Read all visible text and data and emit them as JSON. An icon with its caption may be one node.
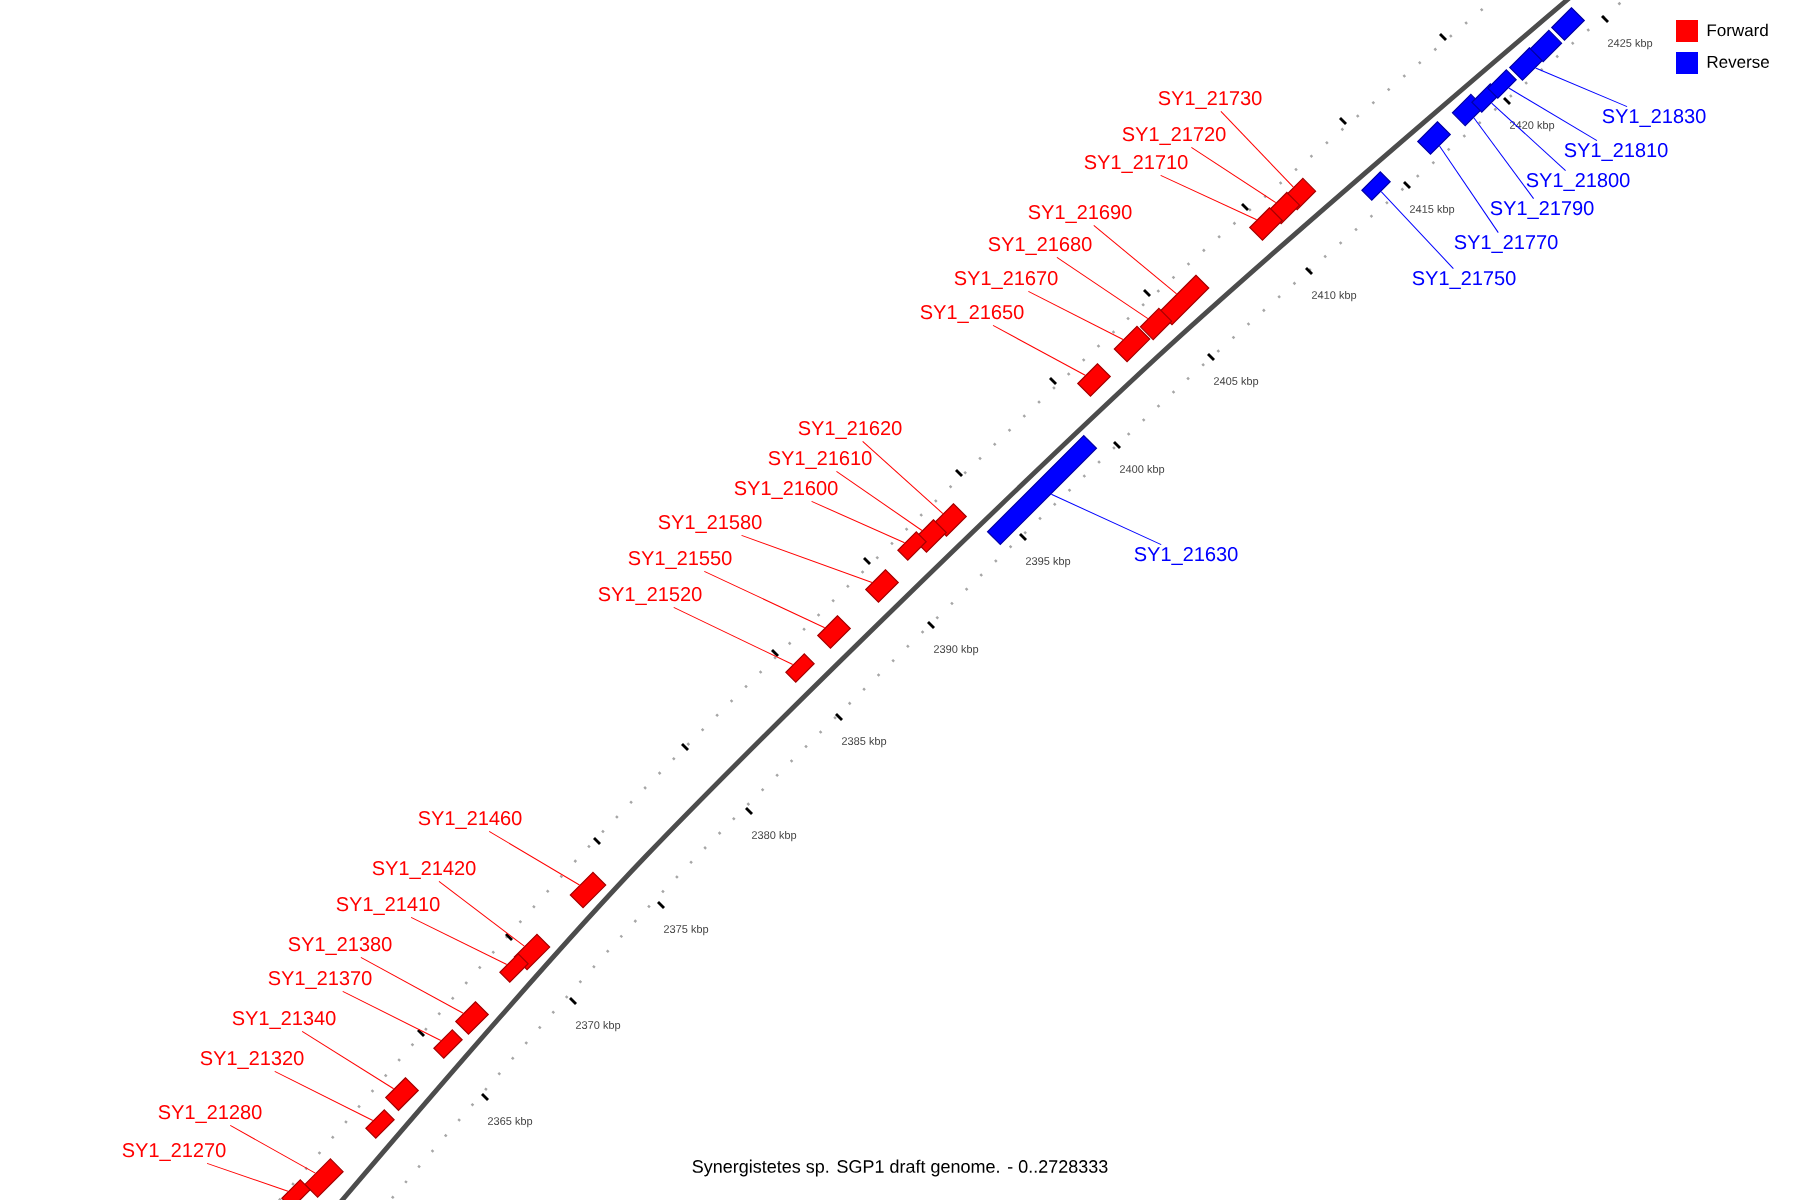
{
  "diagram": {
    "caption": "Synergistetes sp. SGP1 draft genome. - 0..2728333",
    "nodes": [
      {
        "text": [
          "SY1_21730"
        ]
      },
      {
        "text": [],
        "shape": "box"
      },
      {
        "text": [
          "SY1_21720"
        ]
      },
      {
        "text": [],
        "shape": "box"
      },
      {
        "text": [
          "SY1_21710"
        ]
      },
      {
        "text": [],
        "shape": "box"
      },
      {
        "text": [
          "SY1_21690"
        ]
      },
      {
        "text": [],
        "shape": "box"
      },
      {
        "text": [
          "SY1_21680"
        ]
      },
      {
        "text": [],
        "shape": "box"
      },
      {
        "text": [
          "SY1_21670"
        ]
      },
      {
        "text": [],
        "shape": "box"
      },
      {
        "text": [
          "SY1_21650"
        ]
      },
      {
        "text": [],
        "shape": "box"
      },
      {
        "text": [
          "SY1_21620"
        ]
      },
      {
        "text": [],
        "shape": "box"
      },
      {
        "text": [
          "SY1_21610"
        ]
      },
      {
        "text": [],
        "shape": "box"
      },
      {
        "text": [
          "SY1_21600"
        ]
      },
      {
        "text": [],
        "shape": "box"
      },
      {
        "text": [
          "SY1_21580"
        ]
      },
      {
        "text": [],
        "shape": "box"
      },
      {
        "text": [
          "SY1_21550"
        ]
      },
      {
        "text": [],
        "shape": "box"
      },
      {
        "text": [
          "SY1_21520"
        ]
      },
      {
        "text": [],
        "shape": "box"
      },
      {
        "text": [
          "SY1_21460"
        ]
      },
      {
        "text": [],
        "shape": "box"
      },
      {
        "text": [
          "SY1_21420"
        ]
      },
      {
        "text": [],
        "shape": "box"
      },
      {
        "text": [
          "SY1_21410"
        ]
      },
      {
        "text": [],
        "shape": "box"
      },
      {
        "text": [
          "SY1_21380"
        ]
      },
      {
        "text": [],
        "shape": "box"
      },
      {
        "text": [
          "SY1_21370"
        ]
      },
      {
        "text": [],
        "shape": "box"
      },
      {
        "text": [
          "SY1_21340"
        ]
      },
      {
        "text": [],
        "shape": "box"
      },
      {
        "text": [
          "SY1_21320"
        ]
      },
      {
        "text": [],
        "shape": "box"
      },
      {
        "text": [
          "SY1_21280"
        ]
      },
      {
        "text": [],
        "shape": "box"
      },
      {
        "text": [
          "SY1_21270"
        ]
      },
      {
        "text": [],
        "shape": "box"
      },
      {
        "text": [
          "SY1_21630"
        ]
      },
      {
        "text": [],
        "shape": "box"
      },
      {
        "text": [
          "SY1_21750"
        ]
      },
      {
        "text": [],
        "shape": "box"
      },
      {
        "text": [
          "SY1_21770"
        ]
      },
      {
        "text": [],
        "shape": "box"
      },
      {
        "text": [
          "SY1_21790"
        ]
      },
      {
        "text": [],
        "shape": "box"
      },
      {
        "text": [
          "SY1_21800"
        ]
      },
      {
        "text": [],
        "shape": "box"
      },
      {
        "text": [
          "SY1_21810"
        ]
      },
      {
        "text": [],
        "shape": "box"
      },
      {
        "text": [
          "SY1_21830"
        ]
      },
      {
        "text": [],
        "shape": "box"
      },
      {
        "text": [],
        "shape": "box"
      },
      {
        "text": [],
        "shape": "box"
      }
    ],
    "edges": [
      {
        "from": 0,
        "to": 1,
        "arrow": "none"
      },
      {
        "from": 2,
        "to": 3,
        "arrow": "none"
      },
      {
        "from": 4,
        "to": 5,
        "arrow": "none"
      },
      {
        "from": 6,
        "to": 7,
        "arrow": "none"
      },
      {
        "from": 8,
        "to": 9,
        "arrow": "none"
      },
      {
        "from": 10,
        "to": 11,
        "arrow": "none"
      },
      {
        "from": 12,
        "to": 13,
        "arrow": "none"
      },
      {
        "from": 14,
        "to": 15,
        "arrow": "none"
      },
      {
        "from": 16,
        "to": 17,
        "arrow": "none"
      },
      {
        "from": 18,
        "to": 19,
        "arrow": "none"
      },
      {
        "from": 20,
        "to": 21,
        "arrow": "none"
      },
      {
        "from": 22,
        "to": 23,
        "arrow": "none"
      },
      {
        "from": 24,
        "to": 25,
        "arrow": "none"
      },
      {
        "from": 26,
        "to": 27,
        "arrow": "none"
      },
      {
        "from": 28,
        "to": 29,
        "arrow": "none"
      },
      {
        "from": 30,
        "to": 31,
        "arrow": "none"
      },
      {
        "from": 32,
        "to": 33,
        "arrow": "none"
      },
      {
        "from": 34,
        "to": 35,
        "arrow": "none"
      },
      {
        "from": 36,
        "to": 37,
        "arrow": "none"
      },
      {
        "from": 38,
        "to": 39,
        "arrow": "none"
      },
      {
        "from": 40,
        "to": 41,
        "arrow": "none"
      },
      {
        "from": 42,
        "to": 43,
        "arrow": "none"
      },
      {
        "from": 44,
        "to": 45,
        "arrow": "none",
        "color": "#0000ff"
      },
      {
        "from": 46,
        "to": 47,
        "arrow": "none",
        "color": "#0000ff"
      },
      {
        "from": 48,
        "to": 49,
        "arrow": "none",
        "color": "#0000ff"
      },
      {
        "from": 50,
        "to": 51,
        "arrow": "none",
        "color": "#0000ff"
      },
      {
        "from": 52,
        "to": 53,
        "arrow": "none",
        "color": "#0000ff"
      },
      {
        "from": 54,
        "to": 55,
        "arrow": "none",
        "color": "#0000ff"
      },
      {
        "from": 56,
        "to": 57,
        "arrow": "none",
        "color": "#0000ff"
      }
    ],
    "labels": [
      "2365 kbp",
      "2370 kbp",
      "2375 kbp",
      "2380 kbp",
      "2385 kbp",
      "2390 kbp",
      "2395 kbp",
      "2400 kbp",
      "2405 kbp",
      "2410 kbp",
      "2415 kbp",
      "2420 kbp",
      "2425 kbp"
    ],
    "legend": [
      {
        "text": "Forward",
        "color": "#ff0000"
      },
      {
        "text": "Reverse",
        "color": "#0000ff"
      }
    ]
  }
}
